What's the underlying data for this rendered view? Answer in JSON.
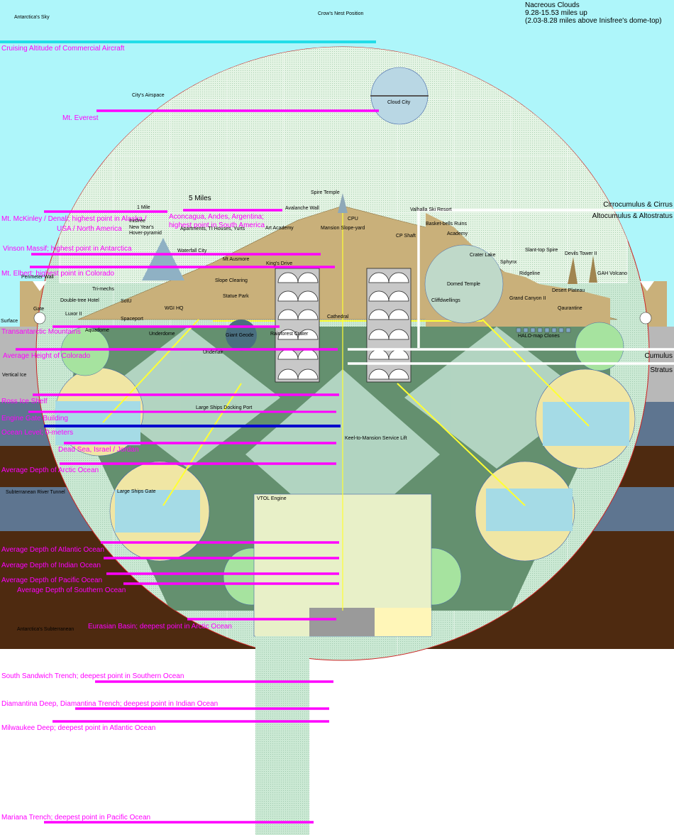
{
  "corner": {
    "sky_label": "Antarctica's Sky",
    "crows_nest": "Crow's Nest Position",
    "nacreous_title": "Nacreous Clouds",
    "nacreous_range": "9.28-15.53 miles up",
    "nacreous_note": "(2.03-8.28 miles above Inisfree's dome-top)"
  },
  "scale": {
    "one_mile": "1 Mile",
    "five_miles": "5 Miles"
  },
  "cloud_labels": {
    "cirro": "Cirrocumulus & Cirrus",
    "alto": "Altocumulus & Altostratus",
    "cumulus": "Cumulus",
    "stratus": "Stratus"
  },
  "ground_labels": {
    "surface": "Surface",
    "vertical_ice": "Vertical Ice",
    "subterranean_tunnel": "Subterranean River Tunnel",
    "antarctica_subterranean": "Antarctica's Subterranean"
  },
  "reference_lines": [
    "Cruising Altitude of Commercial Aircraft",
    "Mt. Everest",
    "Mt. McKinley / Denali; highest point in Alaska /",
    "USA / North America",
    "Aconcagua, Andes, Argentina;",
    "highest point in South America",
    "Vinson Massif; highest point in Antarctica",
    "Mt. Elbert; highest point in Colorado",
    "Transantarctic Mountains",
    "Average Height of Colorado",
    "Ross Ice Shelf",
    "Engine Gate Building",
    "Ocean Level; 0-meters",
    "Dead Sea, Israel / Jordan",
    "Average Depth of Arctic Ocean",
    "Average Depth of Atlantic Ocean",
    "Average Depth of Indian Ocean",
    "Average Depth of Pacific Ocean",
    "Average Depth of Southern Ocean",
    "Eurasian Basin; deepest point in Arctic Ocean",
    "South Sandwich Trench; deepest point in Southern Ocean",
    "Diamantina Deep, Diamantina Trench; deepest point in Indian Ocean",
    "Milwaukee Deep; deepest point in Atlantic Ocean",
    "Mariana Trench; deepest point in Pacific Ocean"
  ],
  "features": [
    "City's Airspace",
    "Cloud City",
    "Spire Temple",
    "Avalanche Wall",
    "Valhalla Ski Resort",
    "Inisfree",
    "New Year's",
    "Hover-pyramid",
    "Apartments, TI Houses, Yurts",
    "Art Academy",
    "CPU",
    "Mansion Slope-yard",
    "CP Shaft",
    "Basket-bells Ruins",
    "Academy",
    "Waterfall City",
    "Mt Ausmore",
    "King's Drive",
    "Crater Lake",
    "Slant-top Spire",
    "Devils Tower II",
    "Sphynx",
    "Ridgeline",
    "GAH Volcano",
    "Perimeter Wall",
    "Slope Clearing",
    "Domed Temple",
    "Desert Plateau",
    "Tri-mechs",
    "Double-tree Hotel",
    "SotU",
    "Statue Park",
    "Cliffdwellings",
    "Grand Canyon II",
    "Gate",
    "Luxor II",
    "WGI HQ",
    "Qaurantine",
    "Spaceport",
    "Cathedral",
    "Aquadome",
    "Underdome",
    "Giant Geode",
    "Rainforest Crater",
    "HALO-map Clones",
    "Underlair",
    "Large Ships Docking Port",
    "Keel-to-Mansion Service Lift",
    "Large Ships Gate",
    "VTOL Engine"
  ],
  "colors": {
    "sky": "#aef6fa",
    "hull": "#cbe9d4",
    "keel": "#64906f",
    "sand": "#c9b07a",
    "ice": "#b8b8b8",
    "ocean": "#5e7590",
    "earth": "#4e2a10",
    "reference_line": "#ff00ff",
    "aircraft_line": "#22dde8",
    "ocean_line": "#0000cc",
    "dome_outline": "#cc2222",
    "lift": "#ffff33"
  }
}
